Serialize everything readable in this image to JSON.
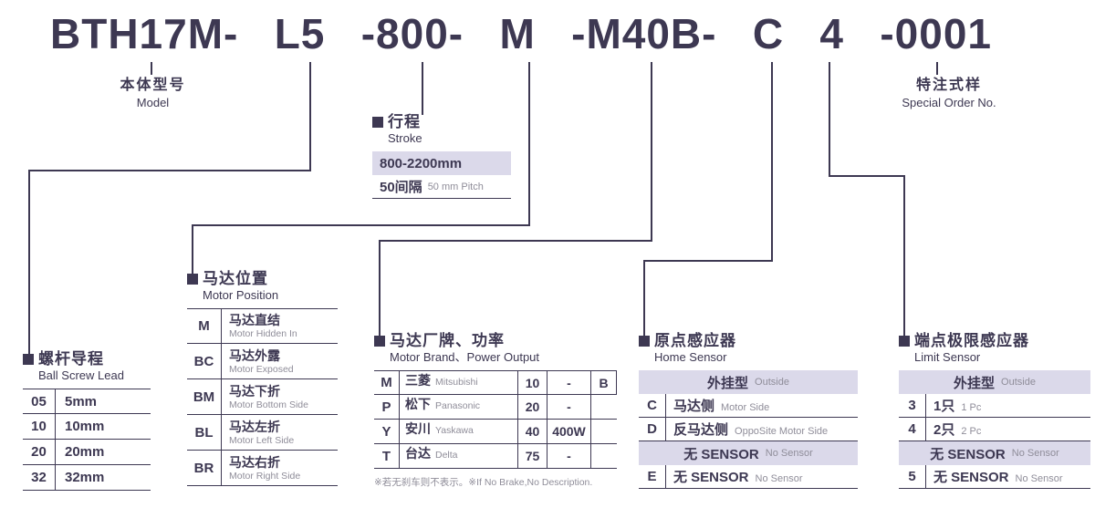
{
  "colors": {
    "ink": "#3d3852",
    "lavender": "#dbd9ea",
    "muted_gray": "#8f8d99"
  },
  "model_code": {
    "segments": [
      "BTH17M-",
      "L5",
      "-800-",
      "M",
      "-M40B-",
      "C",
      "4",
      "-0001"
    ]
  },
  "labels": {
    "model": {
      "zh": "本体型号",
      "en": "Model"
    },
    "special": {
      "zh": "特注式样",
      "en": "Special Order No."
    }
  },
  "stroke": {
    "title_zh": "行程",
    "title_en": "Stroke",
    "range": "800-2200mm",
    "pitch_zh": "50间隔",
    "pitch_en": "50 mm Pitch"
  },
  "ball_screw": {
    "title_zh": "螺杆导程",
    "title_en": "Ball Screw Lead",
    "rows": [
      {
        "code": "05",
        "value": "5mm"
      },
      {
        "code": "10",
        "value": "10mm"
      },
      {
        "code": "20",
        "value": "20mm"
      },
      {
        "code": "32",
        "value": "32mm"
      }
    ]
  },
  "motor_position": {
    "title_zh": "马达位置",
    "title_en": "Motor Position",
    "rows": [
      {
        "code": "M",
        "zh": "马达直结",
        "en": "Motor Hidden In"
      },
      {
        "code": "BC",
        "zh": "马达外露",
        "en": "Motor Exposed"
      },
      {
        "code": "BM",
        "zh": "马达下折",
        "en": "Motor Bottom Side"
      },
      {
        "code": "BL",
        "zh": "马达左折",
        "en": "Motor Left Side"
      },
      {
        "code": "BR",
        "zh": "马达右折",
        "en": "Motor Right Side"
      }
    ]
  },
  "motor_brand": {
    "title_zh": "马达厂牌、功率",
    "title_en": "Motor Brand、Power Output",
    "rows": [
      {
        "code": "M",
        "zh": "三菱",
        "en": "Mitsubishi",
        "power_code": "10",
        "power": "-",
        "extra": "B"
      },
      {
        "code": "P",
        "zh": "松下",
        "en": "Panasonic",
        "power_code": "20",
        "power": "-"
      },
      {
        "code": "Y",
        "zh": "安川",
        "en": "Yaskawa",
        "power_code": "40",
        "power": "400W"
      },
      {
        "code": "T",
        "zh": "台达",
        "en": "Delta",
        "power_code": "75",
        "power": "-"
      }
    ],
    "footnote": "※若无刹车则不表示。※If No Brake,No Description."
  },
  "home_sensor": {
    "title_zh": "原点感应器",
    "title_en": "Home Sensor",
    "group1_zh": "外挂型",
    "group1_en": "Outside",
    "rows1": [
      {
        "code": "C",
        "zh": "马达侧",
        "en": "Motor Side"
      },
      {
        "code": "D",
        "zh": "反马达侧",
        "en": "OppoSite Motor Side"
      }
    ],
    "group2_zh": "无 SENSOR",
    "group2_en": "No Sensor",
    "rows2": [
      {
        "code": "E",
        "zh": "无 SENSOR",
        "en": "No Sensor"
      }
    ]
  },
  "limit_sensor": {
    "title_zh": "端点极限感应器",
    "title_en": "Limit Sensor",
    "group1_zh": "外挂型",
    "group1_en": "Outside",
    "rows1": [
      {
        "code": "3",
        "zh": "1只",
        "en": "1 Pc"
      },
      {
        "code": "4",
        "zh": "2只",
        "en": "2 Pc"
      }
    ],
    "group2_zh": "无 SENSOR",
    "group2_en": "No Sensor",
    "rows2": [
      {
        "code": "5",
        "zh": "无 SENSOR",
        "en": "No Sensor"
      }
    ]
  }
}
